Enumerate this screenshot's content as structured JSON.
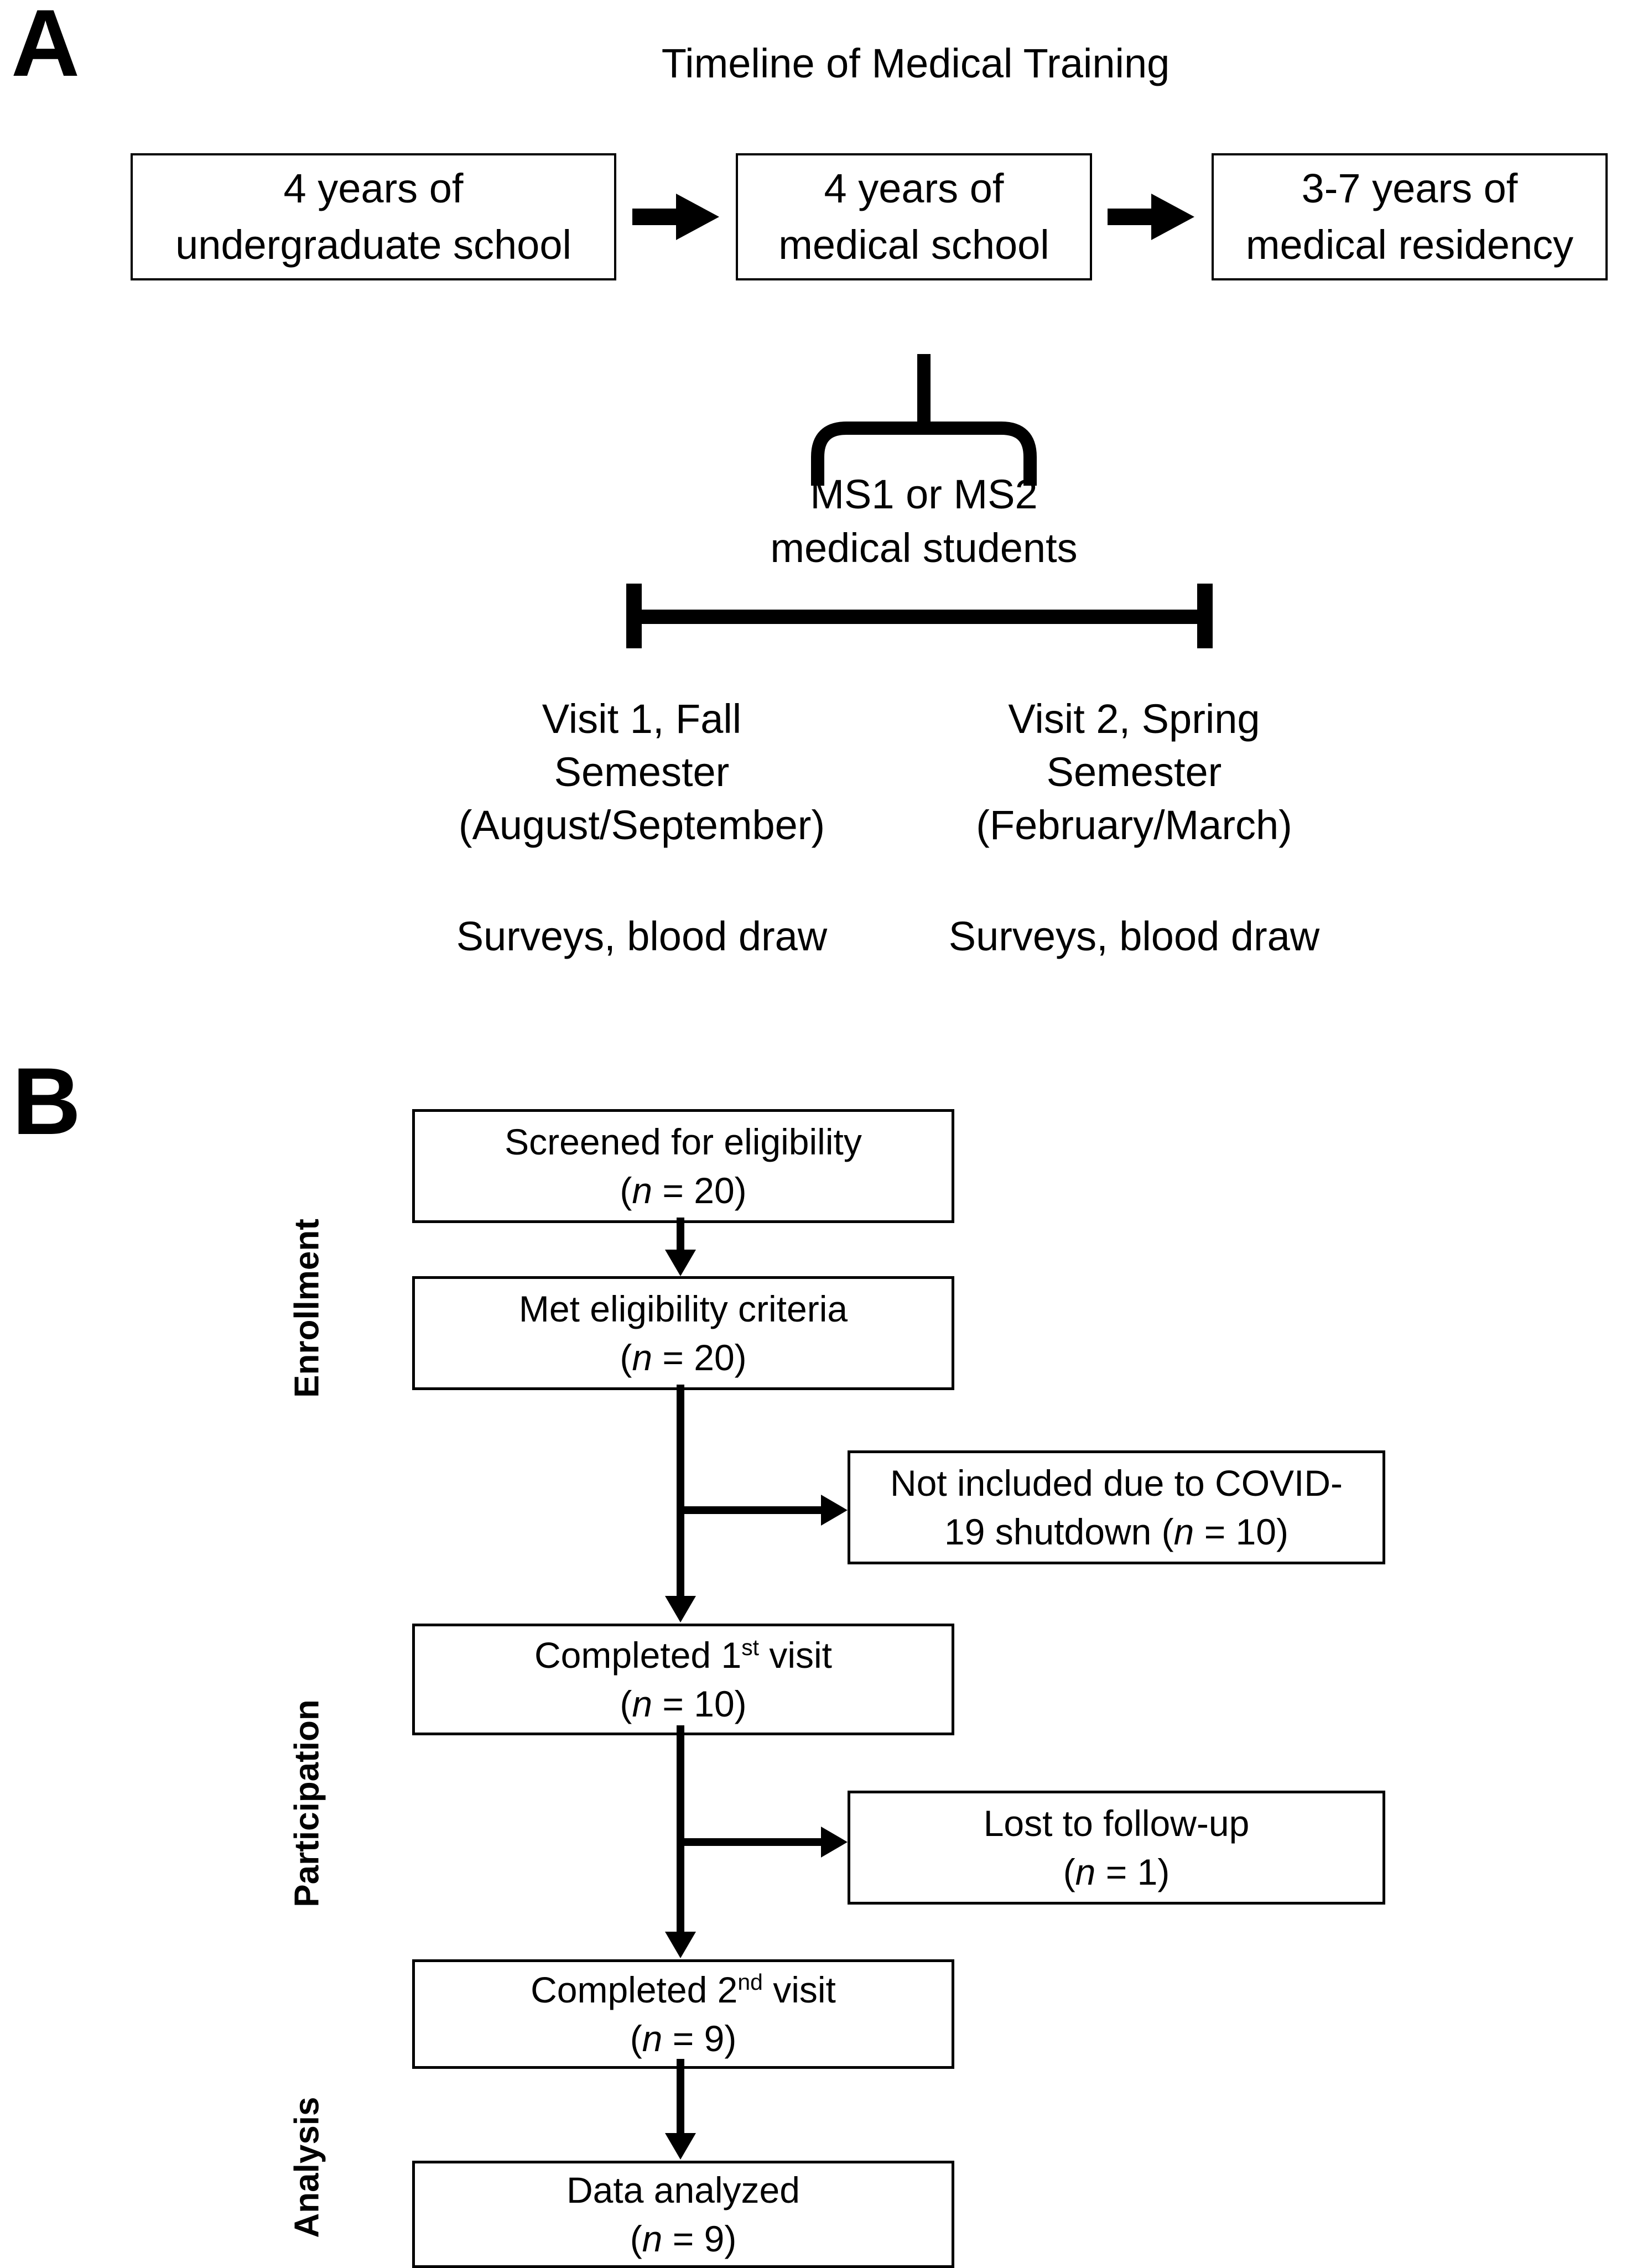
{
  "panelA": {
    "label": "A",
    "title": "Timeline of Medical Training",
    "boxes": [
      {
        "line1": "4 years of",
        "line2": "undergraduate school"
      },
      {
        "line1": "4 years of",
        "line2": "medical school"
      },
      {
        "line1": "3-7 years of",
        "line2": "medical residency"
      }
    ],
    "cohort": {
      "line1": "MS1 or MS2",
      "line2": "medical students"
    },
    "visits": [
      {
        "line1": "Visit 1, Fall",
        "line2": "Semester",
        "line3": "(August/September)",
        "activity": "Surveys, blood draw"
      },
      {
        "line1": "Visit 2, Spring",
        "line2": "Semester",
        "line3": "(February/March)",
        "activity": "Surveys, blood draw"
      }
    ]
  },
  "panelB": {
    "label": "B",
    "stages": {
      "enrollment": "Enrollment",
      "participation": "Participation",
      "analysis": "Analysis"
    },
    "boxes": {
      "screened": {
        "line1": "Screened for eligibility",
        "open": "(",
        "n": "n",
        "rest": " = 20)"
      },
      "met": {
        "line1": "Met eligibility criteria",
        "open": "(",
        "n": "n",
        "rest": " = 20)"
      },
      "covid": {
        "line1": "Not included due to COVID-",
        "pre2": "19 shutdown (",
        "n": "n",
        "rest": " = 10)"
      },
      "visit1": {
        "pre": "Completed 1",
        "sup": "st",
        "post": " visit",
        "open": "(",
        "n": "n",
        "rest": " = 10)"
      },
      "lost": {
        "line1": "Lost to follow-up",
        "open": "(",
        "n": "n",
        "rest": " = 1)"
      },
      "visit2": {
        "pre": "Completed 2",
        "sup": "nd",
        "post": " visit",
        "open": "(",
        "n": "n",
        "rest": " = 9)"
      },
      "analyzed": {
        "line1": "Data analyzed",
        "open": "(",
        "n": "n",
        "rest": " = 9)"
      }
    }
  },
  "colors": {
    "ink": "#000000",
    "background": "#ffffff"
  }
}
